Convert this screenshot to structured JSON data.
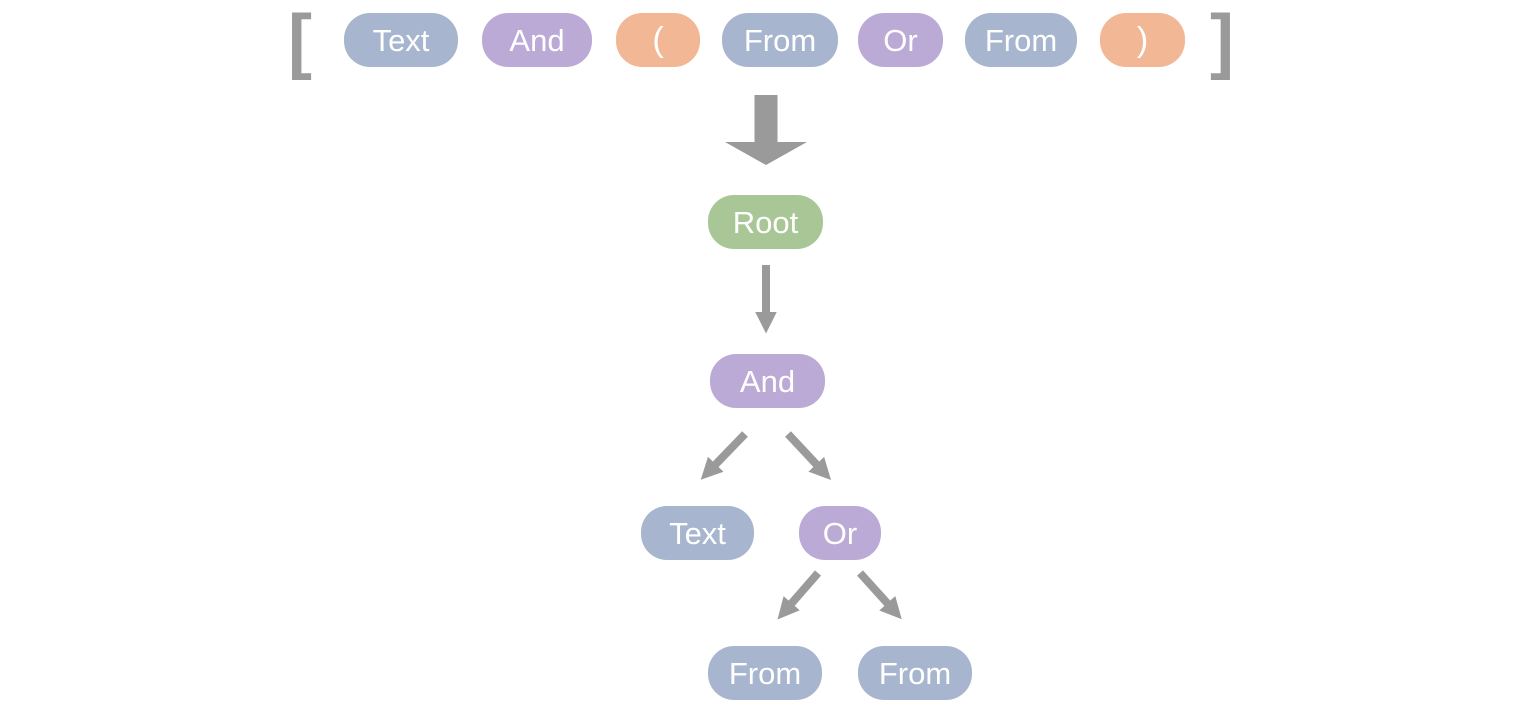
{
  "palette": {
    "token_blue": "#a7b5ce",
    "token_purple": "#bcaad6",
    "token_orange": "#f2b795",
    "node_green": "#a9c796",
    "arrow_gray": "#9a9a9a",
    "bracket_gray": "#9a9a9a",
    "label_white": "#ffffff"
  },
  "token_list": {
    "open_bracket": "[",
    "close_bracket": "]",
    "tokens": [
      {
        "label": "Text",
        "color": "#a7b5ce"
      },
      {
        "label": "And",
        "color": "#bcaad6"
      },
      {
        "label": "(",
        "color": "#f2b795"
      },
      {
        "label": "From",
        "color": "#a7b5ce"
      },
      {
        "label": "Or",
        "color": "#bcaad6"
      },
      {
        "label": "From",
        "color": "#a7b5ce"
      },
      {
        "label": ")",
        "color": "#f2b795"
      }
    ]
  },
  "tree": {
    "root": {
      "label": "Root",
      "color": "#a9c796"
    },
    "and": {
      "label": "And",
      "color": "#bcaad6"
    },
    "text": {
      "label": "Text",
      "color": "#a7b5ce"
    },
    "or": {
      "label": "Or",
      "color": "#bcaad6"
    },
    "from_left": {
      "label": "From",
      "color": "#a7b5ce"
    },
    "from_right": {
      "label": "From",
      "color": "#a7b5ce"
    }
  },
  "edges": [
    "token-list-to-root",
    "root-to-and",
    "and-to-text",
    "and-to-or",
    "or-to-from-left",
    "or-to-from-right"
  ]
}
